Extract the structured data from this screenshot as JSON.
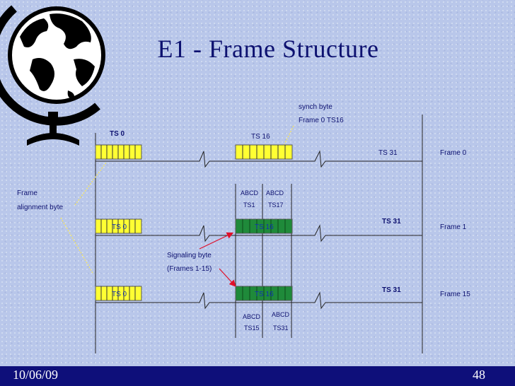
{
  "slide": {
    "title": "E1 - Frame Structure",
    "date": "10/06/09",
    "page_number": "48"
  },
  "diagram": {
    "frames": [
      {
        "name": "Frame 0",
        "ts0": "TS 0",
        "ts16": "TS 16",
        "ts31": "TS 31"
      },
      {
        "name": "Frame 1",
        "ts0": "TS 0",
        "ts16": "TS 16",
        "ts31": "TS 31"
      },
      {
        "name": "Frame 15",
        "ts0": "TS 0",
        "ts16": "TS 16",
        "ts31": "TS 31"
      }
    ],
    "annotations": {
      "synch_line1": "synch byte",
      "synch_line2": "Frame 0 TS16",
      "frame_align_line1": "Frame",
      "frame_align_line2": "alignment byte",
      "signaling_line1": "Signaling byte",
      "signaling_line2": "(Frames 1-15)"
    },
    "abcd_frame1": {
      "left_top": "ABCD",
      "left_bottom": "TS1",
      "right_top": "ABCD",
      "right_bottom": "TS17"
    },
    "abcd_frame15": {
      "left_top": "ABCD",
      "left_bottom": "TS15",
      "right_top": "ABCD",
      "right_bottom": "TS31"
    },
    "colors": {
      "ts0": "#ffff33",
      "ts16_frame0": "#ffff33",
      "ts16_signaling": "#1f8a3a",
      "text": "#0d1170",
      "arrow": "#e0102a"
    }
  }
}
